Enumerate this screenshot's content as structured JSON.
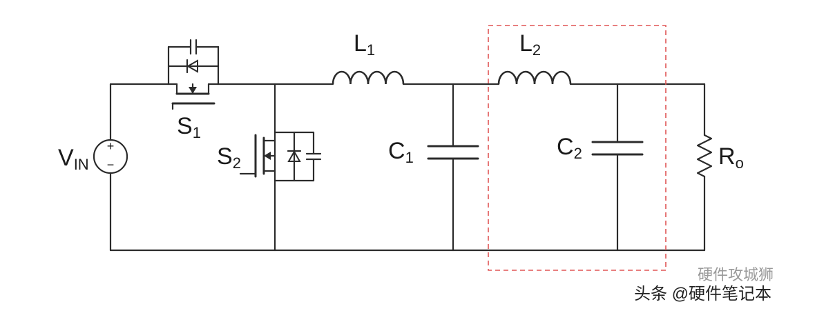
{
  "diagram": {
    "vin": {
      "main": "V",
      "sub": "IN",
      "plus": "+",
      "minus": "−"
    },
    "s1": {
      "main": "S",
      "sub": "1"
    },
    "s2": {
      "main": "S",
      "sub": "2"
    },
    "l1": {
      "main": "L",
      "sub": "1"
    },
    "l2": {
      "main": "L",
      "sub": "2"
    },
    "c1": {
      "main": "C",
      "sub": "1"
    },
    "c2": {
      "main": "C",
      "sub": "2"
    },
    "ro": {
      "main": "R",
      "sub": "o"
    },
    "highlight_color": "#e05555"
  },
  "watermark": {
    "ghost": "硬件攻城狮",
    "text": "头条 @硬件笔记本"
  }
}
